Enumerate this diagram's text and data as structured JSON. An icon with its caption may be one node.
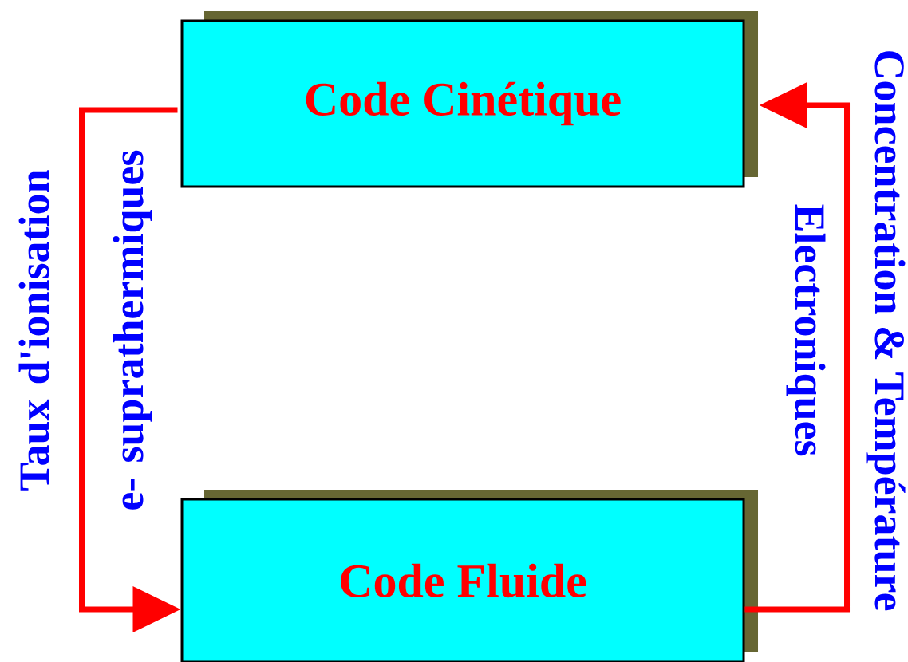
{
  "diagram": {
    "nodes": [
      {
        "text": [
          "Code Cinétique"
        ]
      },
      {
        "text": [
          "Code Fluide"
        ]
      }
    ],
    "edges": [
      {
        "from": 0,
        "to": 1,
        "arrow": "to",
        "label": "Taux d'ionisation e- suprathermiques"
      },
      {
        "from": 1,
        "to": 0,
        "arrow": "to",
        "label": "Concentration & Température Electroniques"
      }
    ]
  }
}
